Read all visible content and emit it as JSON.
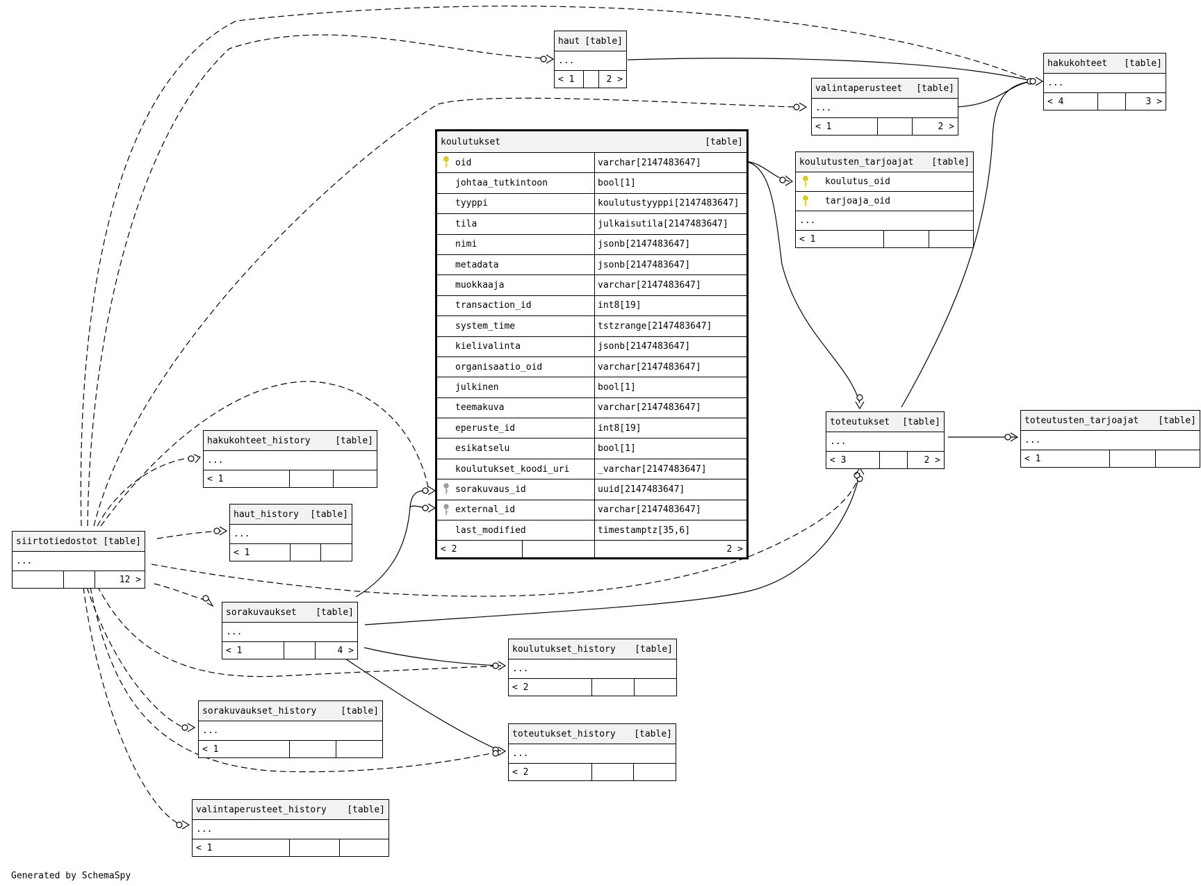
{
  "diagram": {
    "generator": "Generated by SchemaSpy",
    "colors": {
      "line": "#000000",
      "header_bg": "#f2f2f2",
      "pk_key": "#e8d200",
      "fk_key": "#a0a0a0"
    },
    "tables": {
      "haut": {
        "name": "haut",
        "type": "[table]",
        "rows": [
          "..."
        ],
        "footer": [
          "< 1",
          "",
          "2 >"
        ]
      },
      "hakukohteet": {
        "name": "hakukohteet",
        "type": "[table]",
        "rows": [
          "..."
        ],
        "footer": [
          "< 4",
          "",
          "3 >"
        ]
      },
      "valintaperusteet": {
        "name": "valintaperusteet",
        "type": "[table]",
        "rows": [
          "..."
        ],
        "footer": [
          "< 1",
          "",
          "2 >"
        ]
      },
      "koulutusten_tarjoajat": {
        "name": "koulutusten_tarjoajat",
        "type": "[table]",
        "columns": [
          {
            "name": "koulutus_oid",
            "key": "pk"
          },
          {
            "name": "tarjoaja_oid",
            "key": "pk"
          }
        ],
        "rows": [
          "..."
        ],
        "footer": [
          "< 1",
          "",
          ""
        ]
      },
      "koulutukset": {
        "name": "koulutukset",
        "type": "[table]",
        "columns": [
          {
            "name": "oid",
            "type": "varchar[2147483647]",
            "key": "pk"
          },
          {
            "name": "johtaa_tutkintoon",
            "type": "bool[1]",
            "key": ""
          },
          {
            "name": "tyyppi",
            "type": "koulutustyyppi[2147483647]",
            "key": ""
          },
          {
            "name": "tila",
            "type": "julkaisutila[2147483647]",
            "key": ""
          },
          {
            "name": "nimi",
            "type": "jsonb[2147483647]",
            "key": ""
          },
          {
            "name": "metadata",
            "type": "jsonb[2147483647]",
            "key": ""
          },
          {
            "name": "muokkaaja",
            "type": "varchar[2147483647]",
            "key": ""
          },
          {
            "name": "transaction_id",
            "type": "int8[19]",
            "key": ""
          },
          {
            "name": "system_time",
            "type": "tstzrange[2147483647]",
            "key": ""
          },
          {
            "name": "kielivalinta",
            "type": "jsonb[2147483647]",
            "key": ""
          },
          {
            "name": "organisaatio_oid",
            "type": "varchar[2147483647]",
            "key": ""
          },
          {
            "name": "julkinen",
            "type": "bool[1]",
            "key": ""
          },
          {
            "name": "teemakuva",
            "type": "varchar[2147483647]",
            "key": ""
          },
          {
            "name": "eperuste_id",
            "type": "int8[19]",
            "key": ""
          },
          {
            "name": "esikatselu",
            "type": "bool[1]",
            "key": ""
          },
          {
            "name": "koulutukset_koodi_uri",
            "type": "_varchar[2147483647]",
            "key": ""
          },
          {
            "name": "sorakuvaus_id",
            "type": "uuid[2147483647]",
            "key": "fk"
          },
          {
            "name": "external_id",
            "type": "varchar[2147483647]",
            "key": "fk"
          },
          {
            "name": "last_modified",
            "type": "timestamptz[35,6]",
            "key": ""
          }
        ],
        "footer": [
          "< 2",
          "",
          "2 >"
        ]
      },
      "toteutukset": {
        "name": "toteutukset",
        "type": "[table]",
        "rows": [
          "..."
        ],
        "footer": [
          "< 3",
          "",
          "2 >"
        ]
      },
      "toteutusten_tarjoajat": {
        "name": "toteutusten_tarjoajat",
        "type": "[table]",
        "rows": [
          "..."
        ],
        "footer": [
          "< 1",
          "",
          ""
        ]
      },
      "hakukohteet_history": {
        "name": "hakukohteet_history",
        "type": "[table]",
        "rows": [
          "..."
        ],
        "footer": [
          "< 1",
          "",
          ""
        ]
      },
      "haut_history": {
        "name": "haut_history",
        "type": "[table]",
        "rows": [
          "..."
        ],
        "footer": [
          "< 1",
          "",
          ""
        ]
      },
      "siirtotiedostot": {
        "name": "siirtotiedostot",
        "type": "[table]",
        "rows": [
          "..."
        ],
        "footer": [
          "",
          "",
          "12 >"
        ]
      },
      "sorakuvaukset": {
        "name": "sorakuvaukset",
        "type": "[table]",
        "rows": [
          "..."
        ],
        "footer": [
          "< 1",
          "",
          "4 >"
        ]
      },
      "koulutukset_history": {
        "name": "koulutukset_history",
        "type": "[table]",
        "rows": [
          "..."
        ],
        "footer": [
          "< 2",
          "",
          ""
        ]
      },
      "toteutukset_history": {
        "name": "toteutukset_history",
        "type": "[table]",
        "rows": [
          "..."
        ],
        "footer": [
          "< 2",
          "",
          ""
        ]
      },
      "sorakuvaukset_history": {
        "name": "sorakuvaukset_history",
        "type": "[table]",
        "rows": [
          "..."
        ],
        "footer": [
          "< 1",
          "",
          ""
        ]
      },
      "valintaperusteet_history": {
        "name": "valintaperusteet_history",
        "type": "[table]",
        "rows": [
          "..."
        ],
        "footer": [
          "< 1",
          "",
          ""
        ]
      }
    }
  }
}
